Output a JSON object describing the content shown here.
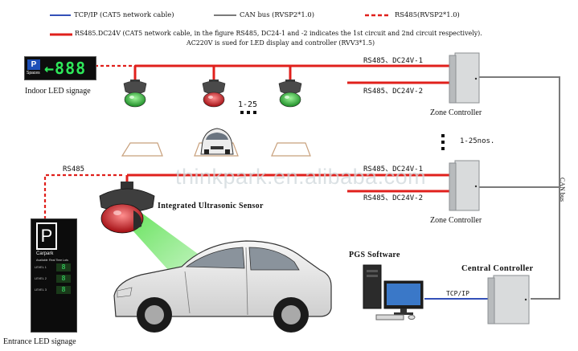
{
  "legend": {
    "tcp_ip": "TCP/IP (CAT5 network cable)",
    "can_bus": "CAN bus (RVSP2*1.0)",
    "rs485_dashed": "RS485(RVSP2*1.0)",
    "rs485_dc24v_line1": "RS485.DC24V (CAT5 network cable, in the figure RS485, DC24-1 and -2 indicates the 1st circuit and 2nd circuit respectively).",
    "rs485_dc24v_line2": "AC220V is sued for LED display and controller (RVV3*1.5)"
  },
  "labels": {
    "indoor_led": "Indoor LED signage",
    "entrance_led": "Entrance LED signage",
    "zone_controller_1": "Zone Controller",
    "zone_controller_2": "Zone Controller",
    "central_controller": "Central Controller",
    "pgs_software": "PGS Software",
    "integrated_sensor": "Integrated Ultrasonic Sensor",
    "can_bus_vertical": "CAN bus",
    "range_top": "1-25",
    "range_mid": "1-25nos.",
    "rs485_entrance": "RS485",
    "tcp_ip_link": "TCP/IP",
    "line_top_1": "RS485、DC24V-1",
    "line_top_2": "RS485、DC24V-2",
    "line_mid_1": "RS485、DC24V-1",
    "line_mid_2": "RS485、DC24V-2",
    "watermark": "thinkpark.en.alibaba.com"
  },
  "indoor_sign": {
    "p": "P",
    "spaces": "Spaces",
    "arrow": "←",
    "number": "888"
  },
  "entrance_sign": {
    "p": "P",
    "carpark": "Carpark",
    "available": "Available",
    "subtitle": "Real Time Lots",
    "levels": [
      {
        "label": "LEVEL 1",
        "value": "8"
      },
      {
        "label": "LEVEL 2",
        "value": "8"
      },
      {
        "label": "LEVEL 3",
        "value": "8"
      }
    ]
  },
  "colors": {
    "rs485_red": "#e0201c",
    "can_bus_gray": "#7a7a7a",
    "tcp_blue": "#3350b8",
    "led_green": "#2ee85a",
    "sensor_green": "#3bc43b",
    "sensor_red": "#d4151a"
  },
  "icons": {
    "indoor_sign": "led-sign-icon",
    "sensor": "ultrasonic-sensor-icon",
    "controller": "cabinet-icon",
    "computer": "desktop-computer-icon",
    "car": "car-icon"
  }
}
